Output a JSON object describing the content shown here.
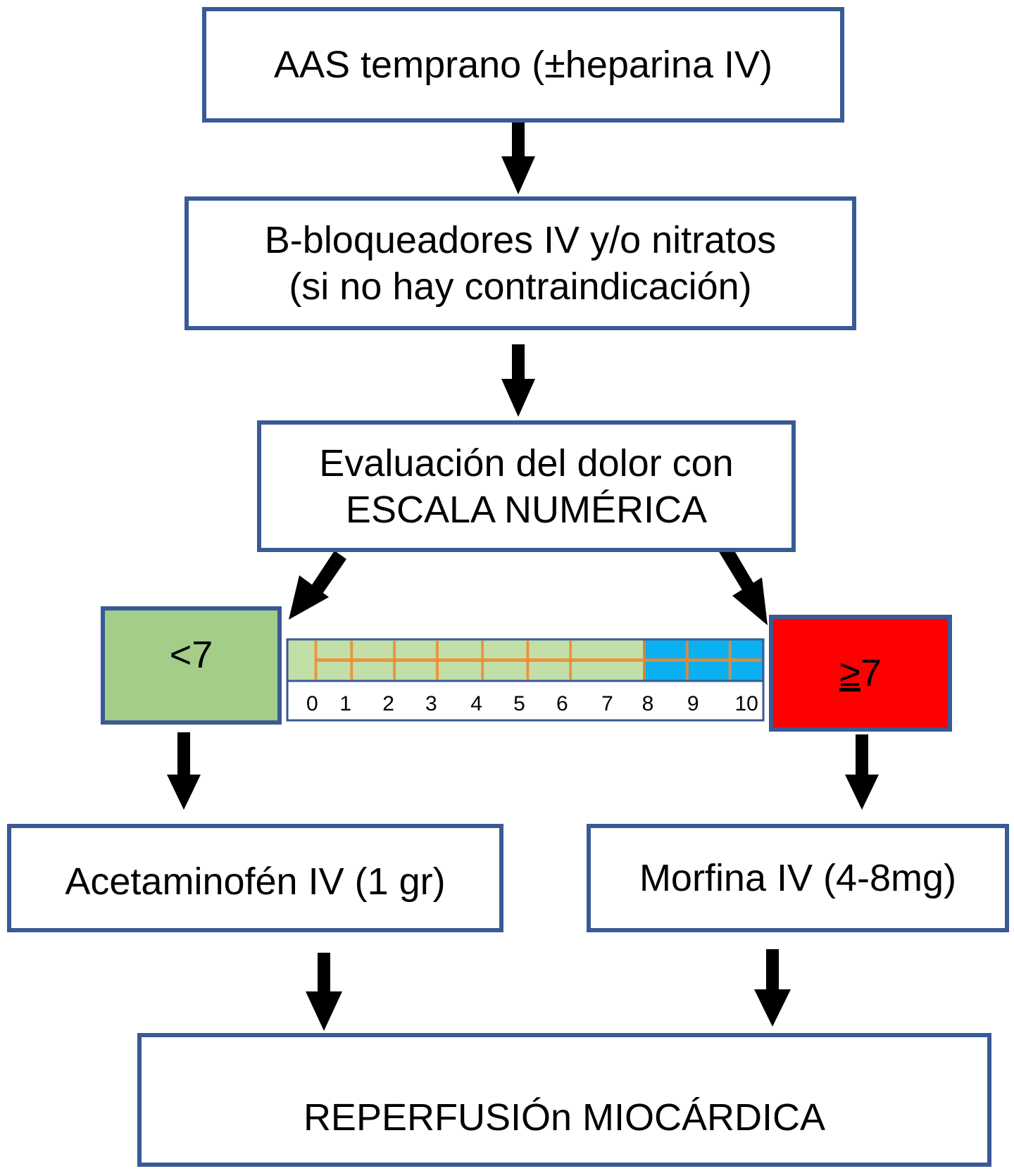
{
  "flow": {
    "step1": {
      "text": "AAS temprano (±heparina IV)"
    },
    "step2": {
      "line1": "B-bloqueadores IV y/o nitratos",
      "line2": "(si no hay contraindicación)"
    },
    "step3": {
      "line1": "Evaluación del dolor con",
      "line2": "ESCALA NUMÉRICA"
    },
    "low_branch": {
      "label": "<7",
      "color": "#a3cd88",
      "treatment": "Acetaminofén IV (1 gr)"
    },
    "high_branch": {
      "symbol": "≥",
      "label": "7",
      "color": "#ff0000",
      "treatment": "Morfina IV (4-8mg)"
    },
    "outcome": {
      "text": "REPERFUSIÓn MIOCÁRDICA"
    }
  },
  "pain_scale": {
    "min": 0,
    "max": 10,
    "threshold": 7,
    "labels": [
      "0",
      "1",
      "2",
      "3",
      "4",
      "5",
      "6",
      "7",
      "8",
      "9",
      "10"
    ],
    "low_color": "#c3dfa8",
    "high_color": "#0ab0f0",
    "grid_color": "#f08a30",
    "border_color": "#3a5a95"
  },
  "colors": {
    "box_border": "#3a5a95",
    "arrow": "#000000"
  }
}
